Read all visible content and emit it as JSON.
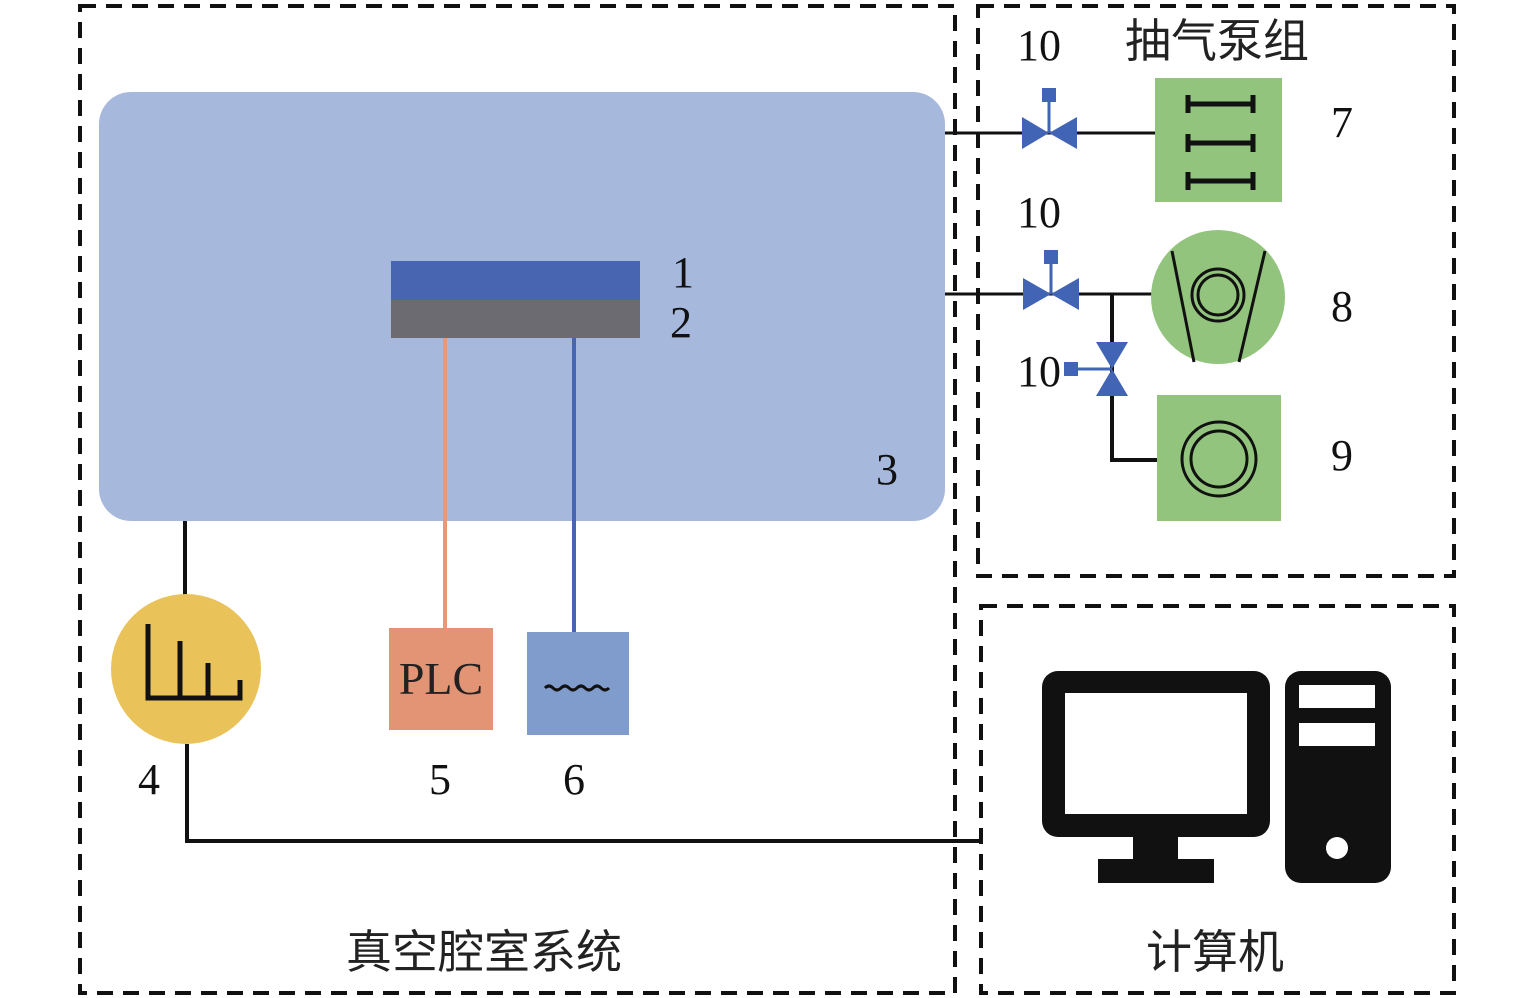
{
  "diagram": {
    "groups": {
      "vacuum_chamber_system": "真空腔室系统",
      "pump_group": "抽气泵组",
      "computer": "计算机"
    },
    "labels": {
      "sample_layer_1": "1",
      "sample_layer_2": "2",
      "chamber": "3",
      "mass_spectrometer": "4",
      "plc_controller": "5",
      "water_cooling": "6",
      "pump_7": "7",
      "pump_8": "8",
      "pump_9": "9",
      "valve_top": "10",
      "valve_middle": "10",
      "valve_side": "10"
    },
    "plc_text": "PLC",
    "colors": {
      "chamber": "#a6b8dc",
      "layer_1": "#4765b0",
      "layer_2": "#6c6b72",
      "plc_box": "#e39474",
      "plc_line": "#e7977a",
      "water_box": "#7f9ccc",
      "water_line": "#4765b0",
      "mass_spec": "#e9c25a",
      "pump": "#93c47d",
      "valve": "#4164b4",
      "line": "#111111"
    }
  }
}
